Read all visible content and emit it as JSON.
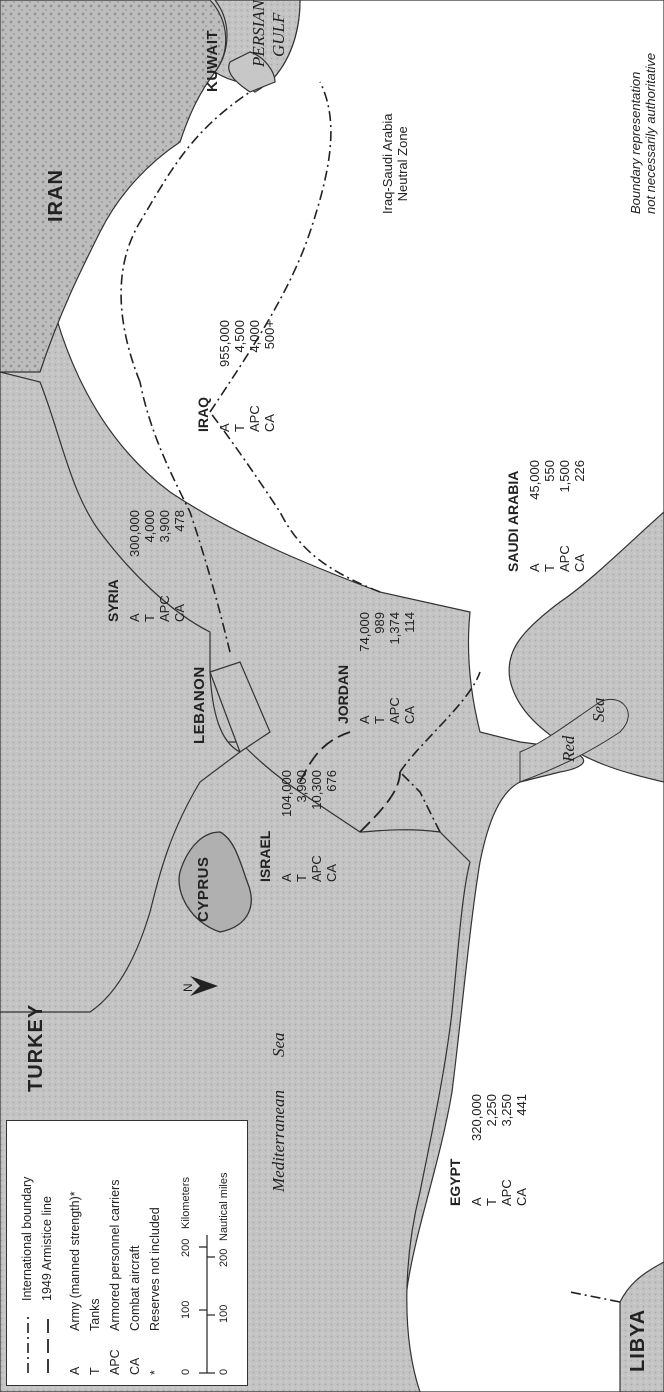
{
  "countries": {
    "turkey": "TURKEY",
    "iran": "IRAN",
    "iraq": "IRAQ",
    "syria": "SYRIA",
    "lebanon": "LEBANON",
    "israel": "ISRAEL",
    "jordan": "JORDAN",
    "saudi_arabia": "SAUDI ARABIA",
    "egypt": "EGYPT",
    "libya": "LIBYA",
    "cyprus": "CYPRUS",
    "kuwait": "KUWAIT"
  },
  "water": {
    "mediterranean_1": "Mediterranean",
    "mediterranean_2": "Sea",
    "red_1": "Red",
    "red_2": "Sea",
    "persian_1": "PERSIAN",
    "persian_2": "GULF"
  },
  "forces": {
    "egypt": {
      "title": "EGYPT",
      "rows": [
        [
          "A",
          "320,000"
        ],
        [
          "T",
          "2,250"
        ],
        [
          "APC",
          "3,250"
        ],
        [
          "CA",
          "441"
        ]
      ]
    },
    "israel": {
      "title": "ISRAEL",
      "rows": [
        [
          "A",
          "104,000"
        ],
        [
          "T",
          "3,900"
        ],
        [
          "APC",
          "10,300"
        ],
        [
          "CA",
          "676"
        ]
      ]
    },
    "syria": {
      "title": "SYRIA",
      "rows": [
        [
          "A",
          "300,000"
        ],
        [
          "T",
          "4,000"
        ],
        [
          "APC",
          "3,900"
        ],
        [
          "CA",
          "478"
        ]
      ]
    },
    "jordan": {
      "title": "JORDAN",
      "rows": [
        [
          "A",
          "74,000"
        ],
        [
          "T",
          "989"
        ],
        [
          "APC",
          "1,374"
        ],
        [
          "CA",
          "114"
        ]
      ]
    },
    "iraq": {
      "title": "IRAQ",
      "rows": [
        [
          "A",
          "955,000"
        ],
        [
          "T",
          "4,500"
        ],
        [
          "APC",
          "4,000"
        ],
        [
          "CA",
          "500+"
        ]
      ]
    },
    "saudi_arabia": {
      "title": "SAUDI ARABIA",
      "rows": [
        [
          "A",
          "45,000"
        ],
        [
          "T",
          "550"
        ],
        [
          "APC",
          "1,500"
        ],
        [
          "CA",
          "226"
        ]
      ]
    }
  },
  "neutral_zone": {
    "line1": "Iraq-Saudi Arabia",
    "line2": "Neutral Zone"
  },
  "boundary_note": {
    "line1": "Boundary representation",
    "line2": "not necessarily authoritative"
  },
  "north_arrow": "N",
  "legend": {
    "international_boundary": "International boundary",
    "armistice_line": "1949 Armistice line",
    "items": [
      {
        "key": "A",
        "label": "Army (manned strength)*"
      },
      {
        "key": "T",
        "label": "Tanks"
      },
      {
        "key": "APC",
        "label": "Armored personnel carriers"
      },
      {
        "key": "CA",
        "label": "Combat aircraft"
      },
      {
        "key": "*",
        "label": "Reserves not included"
      }
    ],
    "scale": {
      "km_ticks": [
        "0",
        "100",
        "200"
      ],
      "km_unit": "Kilometers",
      "nm_ticks": [
        "0",
        "100",
        "200"
      ],
      "nm_unit": "Nautical miles"
    }
  },
  "colors": {
    "land_shaded": "#b9b9b9",
    "land_plain": "#ffffff",
    "ink": "#222222"
  }
}
